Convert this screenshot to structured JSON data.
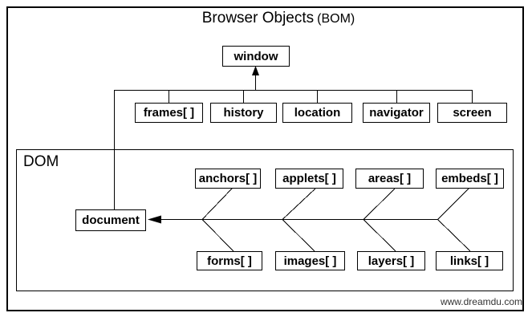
{
  "title": {
    "main": "Browser Objects",
    "suffix": "(BOM)"
  },
  "bom": {
    "root": {
      "label": "window"
    },
    "children": [
      {
        "label": "frames[ ]"
      },
      {
        "label": "history"
      },
      {
        "label": "location"
      },
      {
        "label": "navigator"
      },
      {
        "label": "screen"
      }
    ]
  },
  "dom": {
    "label": "DOM",
    "root": {
      "label": "document"
    },
    "top_row": [
      {
        "label": "anchors[ ]"
      },
      {
        "label": "applets[ ]"
      },
      {
        "label": "areas[ ]"
      },
      {
        "label": "embeds[ ]"
      }
    ],
    "bottom_row": [
      {
        "label": "forms[ ]"
      },
      {
        "label": "images[ ]"
      },
      {
        "label": "layers[ ]"
      },
      {
        "label": "links[ ]"
      }
    ]
  },
  "watermark": "www.dreamdu.com",
  "colors": {
    "line": "#000000",
    "background": "#ffffff",
    "text": "#000000",
    "watermark": "#333333"
  }
}
